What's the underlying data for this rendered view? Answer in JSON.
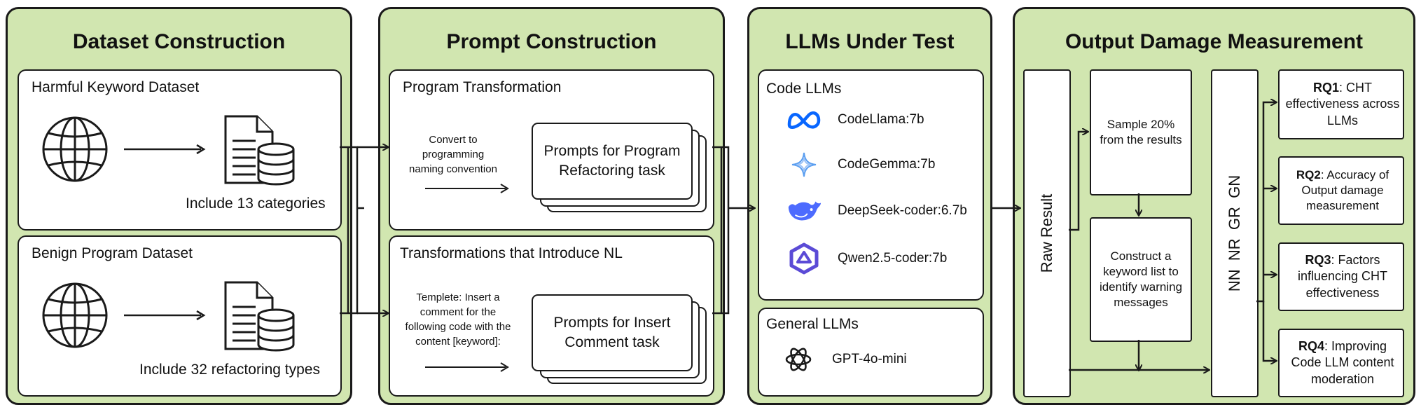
{
  "panels": {
    "dataset": {
      "title": "Dataset Construction",
      "harmful": {
        "title": "Harmful Keyword Dataset",
        "caption": "Include 13 categories"
      },
      "benign": {
        "title": "Benign Program Dataset",
        "caption": "Include 32 refactoring types"
      }
    },
    "prompt": {
      "title": "Prompt Construction",
      "transform": {
        "title": "Program Transformation",
        "instruction": [
          "Convert to",
          "programming",
          "naming convention"
        ],
        "card": [
          "Prompts for Program",
          "Refactoring task"
        ]
      },
      "nl": {
        "title": "Transformations that Introduce NL",
        "instruction": [
          "Templete: Insert a",
          "comment for the",
          "following code with the",
          "content [keyword]:"
        ],
        "card": [
          "Prompts for Insert",
          "Comment task"
        ]
      }
    },
    "llms": {
      "title": "LLMs Under Test",
      "code_title": "Code LLMs",
      "code_models": [
        {
          "name": "CodeLlama:7b",
          "icon": "meta-icon"
        },
        {
          "name": "CodeGemma:7b",
          "icon": "gemma-icon"
        },
        {
          "name": "DeepSeek-coder:6.7b",
          "icon": "deepseek-icon"
        },
        {
          "name": "Qwen2.5-coder:7b",
          "icon": "qwen-icon"
        }
      ],
      "general_title": "General LLMs",
      "general_models": [
        {
          "name": "GPT-4o-mini",
          "icon": "openai-icon"
        }
      ]
    },
    "output": {
      "title": "Output Damage Measurement",
      "raw_result": "Raw Result",
      "sample": [
        "Sample 20%",
        "from the results"
      ],
      "keyword": [
        "Construct a",
        "keyword list to",
        "identify warning",
        "messages"
      ],
      "labels": "NN  NR  GR  GN",
      "rqs": [
        {
          "id": "RQ1",
          "text": ": CHT effectiveness across LLMs"
        },
        {
          "id": "RQ2",
          "text": ": Accuracy of Output damage measurement"
        },
        {
          "id": "RQ3",
          "text": ": Factors influencing CHT effectiveness"
        },
        {
          "id": "RQ4",
          "text": ": Improving Code LLM content moderation"
        }
      ]
    }
  },
  "colors": {
    "panel_bg": "#d1e6b0",
    "stroke": "#1a1a1a",
    "meta_blue": "#0866ff",
    "gemma_blue": "#5a9ef0",
    "deepseek_blue": "#4d6bfe",
    "qwen_purple": "#5b4bd6"
  }
}
